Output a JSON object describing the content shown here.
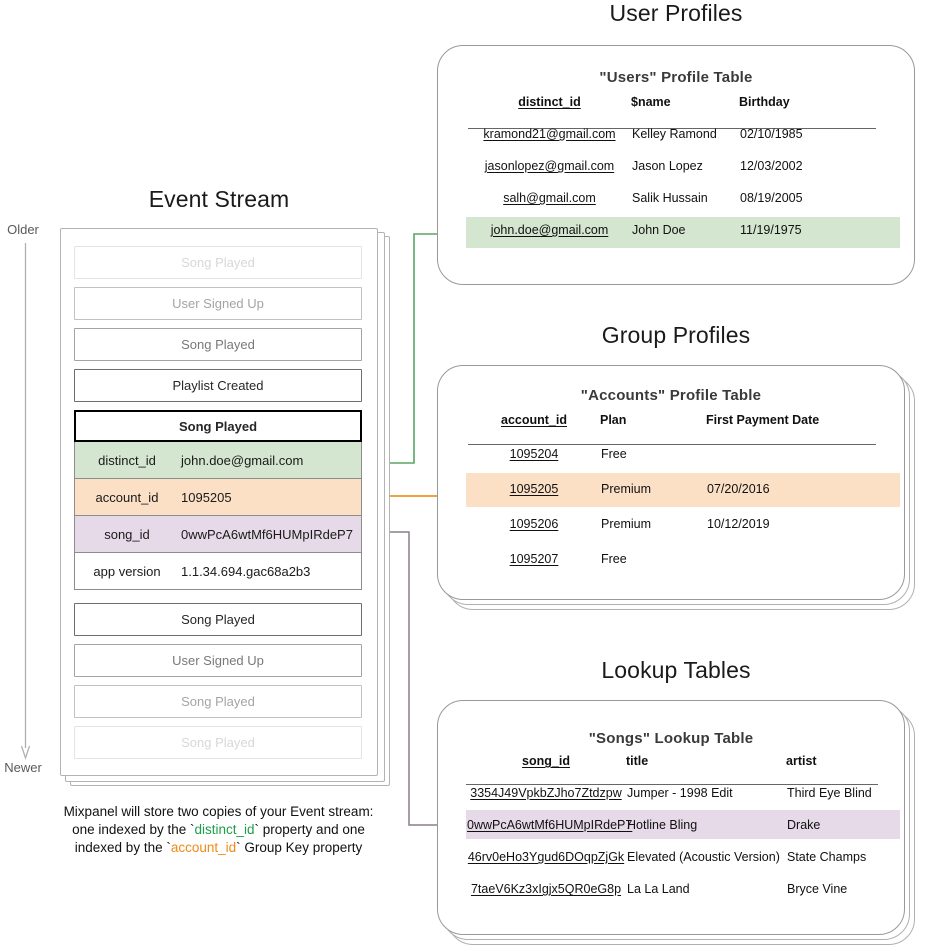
{
  "timeline": {
    "older_label": "Older",
    "newer_label": "Newer"
  },
  "event_stream": {
    "heading": "Event Stream",
    "events_above": [
      {
        "label": "Song Played",
        "fade": "f1"
      },
      {
        "label": "User Signed Up",
        "fade": "f2"
      },
      {
        "label": "Song Played",
        "fade": "f3"
      },
      {
        "label": "Playlist Created",
        "fade": "f4"
      }
    ],
    "expanded_event": {
      "name": "Song Played",
      "properties": [
        {
          "key": "distinct_id",
          "value": "john.doe@gmail.com",
          "highlight": "green"
        },
        {
          "key": "account_id",
          "value": "1095205",
          "highlight": "orange"
        },
        {
          "key": "song_id",
          "value": "0wwPcA6wtMf6HUMpIRdeP7",
          "highlight": "purple"
        },
        {
          "key": "app version",
          "value": "1.1.34.694.gac68a2b3",
          "highlight": "none"
        }
      ]
    },
    "events_below": [
      {
        "label": "Song Played",
        "fade": "f4"
      },
      {
        "label": "User Signed Up",
        "fade": "f3"
      },
      {
        "label": "Song Played",
        "fade": "f2"
      },
      {
        "label": "Song Played",
        "fade": "f1"
      }
    ],
    "caption": {
      "line1": "Mixpanel will store two copies of your Event stream:",
      "line2_a": "one indexed by the ",
      "line2_token": "distinct_id",
      "line2_b": " property and one",
      "line3_a": "indexed by the ",
      "line3_token": "account_id",
      "line3_b": " Group Key property"
    }
  },
  "user_profiles": {
    "heading": "User Profiles",
    "table_title": "\"Users\" Profile Table",
    "columns": [
      "distinct_id",
      "$name",
      "Birthday"
    ],
    "rows": [
      [
        "kramond21@gmail.com",
        "Kelley Ramond",
        "02/10/1985"
      ],
      [
        "jasonlopez@gmail.com",
        "Jason Lopez",
        "12/03/2002"
      ],
      [
        "salh@gmail.com",
        "Salik Hussain",
        "08/19/2005"
      ],
      [
        "john.doe@gmail.com",
        "John Doe",
        "11/19/1975"
      ]
    ],
    "highlighted_row_index": 3
  },
  "group_profiles": {
    "heading": "Group Profiles",
    "table_title": "\"Accounts\" Profile Table",
    "columns": [
      "account_id",
      "Plan",
      "First Payment Date"
    ],
    "rows": [
      [
        "1095204",
        "Free",
        ""
      ],
      [
        "1095205",
        "Premium",
        "07/20/2016"
      ],
      [
        "1095206",
        "Premium",
        "10/12/2019"
      ],
      [
        "1095207",
        "Free",
        ""
      ]
    ],
    "highlighted_row_index": 1
  },
  "lookup_tables": {
    "heading": "Lookup Tables",
    "table_title": "\"Songs\" Lookup Table",
    "columns": [
      "song_id",
      "title",
      "artist"
    ],
    "rows": [
      [
        "3354J49VpkbZJho7Ztdzpw",
        "Jumper - 1998 Edit",
        "Third Eye Blind"
      ],
      [
        "0wwPcA6wtMf6HUMpIRdeP7",
        "Hotline Bling",
        "Drake"
      ],
      [
        "46rv0eHo3Ygud6DOqpZjGk",
        "Elevated (Acoustic Version)",
        "State Champs"
      ],
      [
        "7taeV6Kz3xIgjx5QR0eG8p",
        "La La Land",
        "Bryce Vine"
      ]
    ],
    "highlighted_row_index": 1
  },
  "colors": {
    "green_highlight": "#d4e5d0",
    "orange_highlight": "#fce0c6",
    "purple_highlight": "#e6d9e8",
    "green_arrow": "#5aa563",
    "orange_arrow": "#f0951e",
    "gray_arrow": "#8a7f8c",
    "card_border": "#999999",
    "token_green": "#1e9e4a",
    "token_orange": "#f08a16"
  }
}
